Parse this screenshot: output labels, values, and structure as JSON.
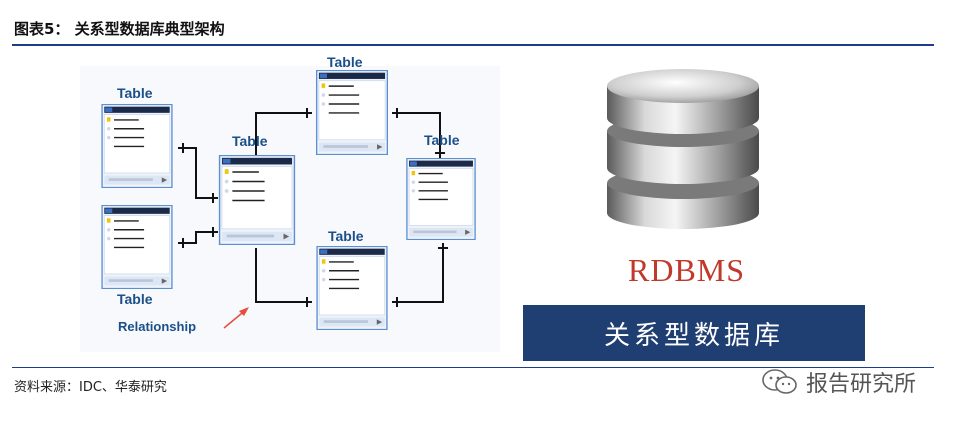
{
  "figure": {
    "title": "图表5：  关系型数据库典型架构",
    "source": "资料来源：IDC、华泰研究"
  },
  "diagram": {
    "table_label": "Table",
    "relationship_label": "Relationship",
    "tables": [
      {
        "id": "t-left-top",
        "label": "Table"
      },
      {
        "id": "t-left-bottom",
        "label": "Table"
      },
      {
        "id": "t-center",
        "label": "Table"
      },
      {
        "id": "t-top",
        "label": "Table"
      },
      {
        "id": "t-right",
        "label": "Table"
      },
      {
        "id": "t-bottom",
        "label": "Table"
      }
    ]
  },
  "rdbms": {
    "name": "RDBMS",
    "banner": "关系型数据库"
  },
  "watermark": {
    "text": "报告研究所",
    "icon": "wechat-icon"
  },
  "colors": {
    "title_rule": "#1f3c88",
    "table_border": "#5b8fd0",
    "label_blue": "#1b4f8a",
    "rdbms_red": "#c0392b",
    "banner_bg": "#1f3f73"
  }
}
